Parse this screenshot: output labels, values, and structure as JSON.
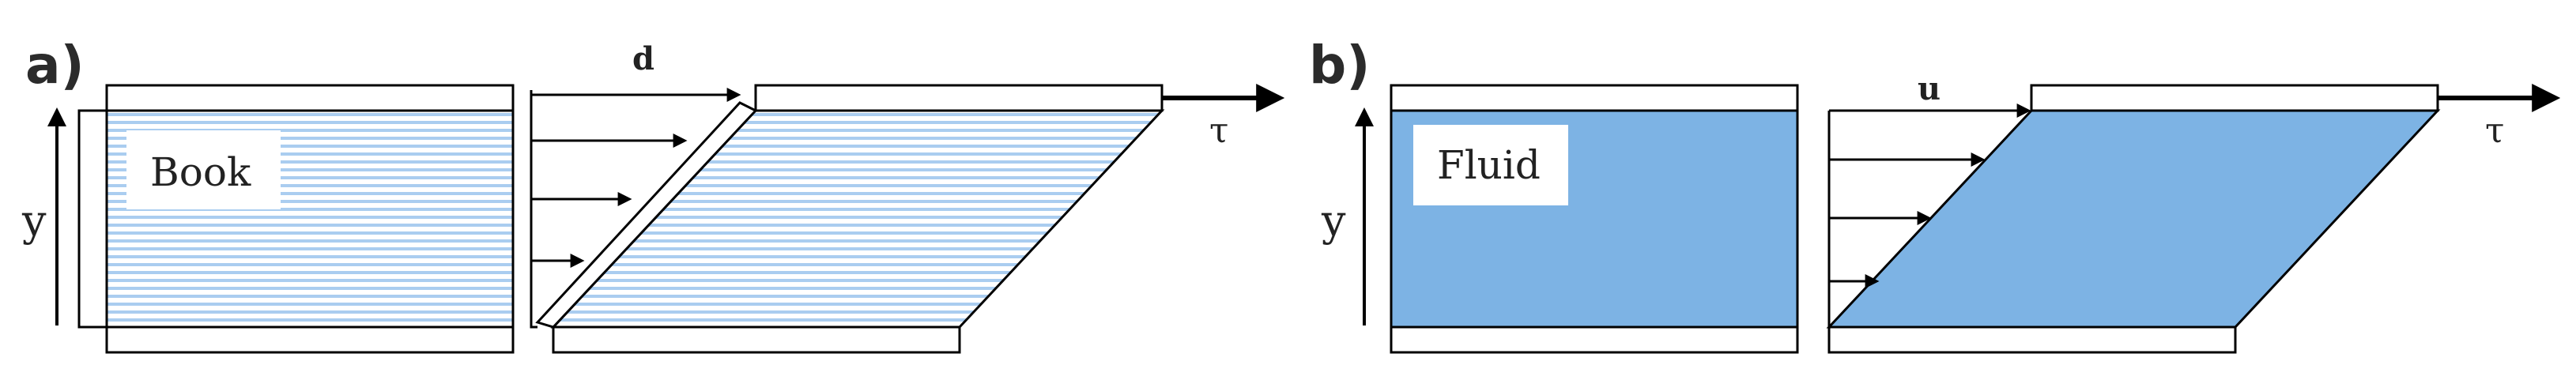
{
  "panels": {
    "a": {
      "letter": "a)",
      "box_label": "Book",
      "axis_label": "y",
      "vector_label": "d",
      "stress_label": "τ"
    },
    "b": {
      "letter": "b)",
      "box_label": "Fluid",
      "axis_label": "y",
      "vector_label": "u",
      "stress_label": "τ"
    }
  },
  "colors": {
    "fluid_fill": "#7db3e4",
    "book_lines": "#aacdf0",
    "stroke": "#000000"
  }
}
